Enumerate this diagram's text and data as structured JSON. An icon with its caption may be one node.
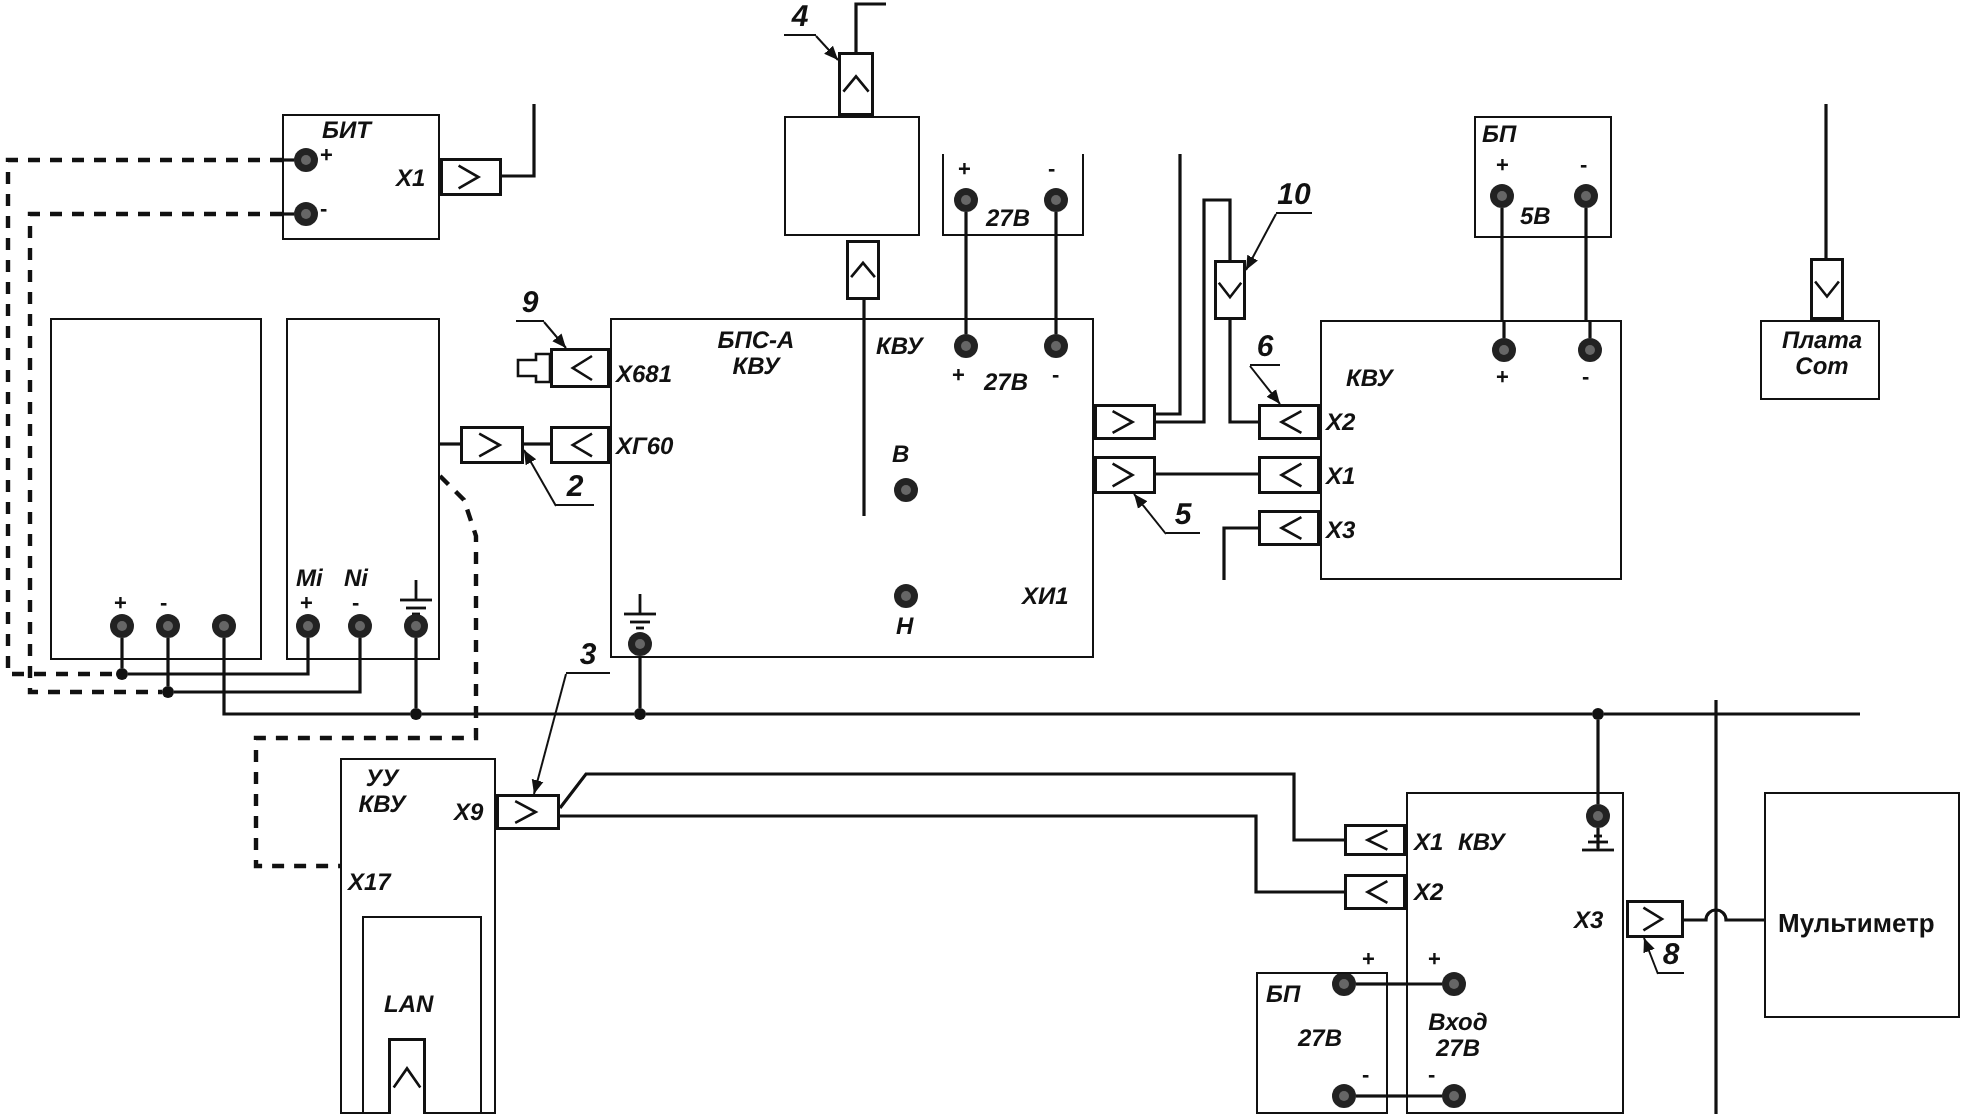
{
  "diagram": {
    "nodes": [
      {
        "text": [
          "БИТ",
          "Х1"
        ]
      },
      {
        "text": [],
        "shape": "box"
      },
      {
        "text": [
          "Mi",
          "Ni"
        ]
      },
      {
        "text": [
          "БПС-А КВУ",
          "Х681",
          "ХГ60",
          "КВУ",
          "27В",
          "В",
          "Н",
          "ХИ1"
        ]
      },
      {
        "text": [],
        "shape": "box"
      },
      {
        "text": [
          "27В"
        ]
      },
      {
        "text": [
          "БП",
          "5В"
        ]
      },
      {
        "text": [
          "КВУ",
          "Х2",
          "Х1",
          "Х3"
        ]
      },
      {
        "text": [
          "Плата Com"
        ]
      },
      {
        "text": [
          "УУ КВУ",
          "Х9",
          "Х17"
        ]
      },
      {
        "text": [
          "LAN"
        ],
        "in": 9
      },
      {
        "text": [
          "Х1",
          "КВУ",
          "Х2",
          "Х3",
          "Вход 27В"
        ]
      },
      {
        "text": [
          "БП",
          "27В"
        ]
      },
      {
        "text": [
          "Мультиметр"
        ]
      },
      {
        "text": [],
        "shape": "box"
      },
      {
        "text": [],
        "shape": "box"
      },
      {
        "text": [],
        "shape": "box"
      },
      {
        "text": [],
        "shape": "box"
      },
      {
        "text": [],
        "shape": "box"
      },
      {
        "text": [],
        "shape": "box"
      },
      {
        "text": [],
        "shape": "box"
      },
      {
        "text": [],
        "shape": "box"
      },
      {
        "text": [],
        "shape": "box"
      },
      {
        "text": [],
        "shape": "box"
      },
      {
        "text": [],
        "shape": "box"
      },
      {
        "text": [],
        "shape": "box"
      },
      {
        "text": [],
        "shape": "box"
      },
      {
        "text": [],
        "shape": "box"
      },
      {
        "text": [],
        "shape": "box",
        "in": 10
      },
      {
        "text": [],
        "shape": "box"
      },
      {
        "text": [],
        "shape": "box"
      },
      {
        "text": [],
        "shape": "box"
      },
      {
        "text": [
          "4"
        ]
      },
      {
        "text": [
          "9"
        ]
      },
      {
        "text": [
          "2"
        ]
      },
      {
        "text": [
          "10"
        ]
      },
      {
        "text": [
          "6"
        ]
      },
      {
        "text": [
          "5"
        ]
      },
      {
        "text": [
          "3"
        ]
      },
      {
        "text": [
          "8"
        ]
      },
      {
        "text": [],
        "shape": "dot"
      },
      {
        "text": [],
        "shape": "dot"
      },
      {
        "text": [],
        "shape": "dot"
      },
      {
        "text": [],
        "shape": "dot"
      },
      {
        "text": [],
        "shape": "dot"
      }
    ],
    "edges": [
      {
        "from": 0,
        "to": 40,
        "arrow": "none",
        "style": "dashed"
      },
      {
        "from": 0,
        "to": 41,
        "arrow": "none",
        "style": "dashed"
      },
      {
        "from": 1,
        "to": 40,
        "arrow": "none"
      },
      {
        "from": 40,
        "to": 2,
        "arrow": "none"
      },
      {
        "from": 1,
        "to": 41,
        "arrow": "none"
      },
      {
        "from": 41,
        "to": 2,
        "arrow": "none"
      },
      {
        "from": 1,
        "to": 42,
        "arrow": "none"
      },
      {
        "from": 2,
        "to": 42,
        "arrow": "none"
      },
      {
        "from": 42,
        "to": 43,
        "arrow": "none"
      },
      {
        "from": 3,
        "to": 43,
        "arrow": "none"
      },
      {
        "from": 43,
        "to": 44,
        "arrow": "none"
      },
      {
        "from": 44,
        "to": 11,
        "arrow": "none"
      },
      {
        "from": 2,
        "to": 9,
        "arrow": "none",
        "style": "dashed"
      },
      {
        "from": 2,
        "to": 19,
        "arrow": "none"
      },
      {
        "from": 19,
        "to": 18,
        "arrow": "none"
      },
      {
        "from": 14,
        "to": null,
        "arrow": "none"
      },
      {
        "from": 15,
        "to": null,
        "arrow": "none"
      },
      {
        "from": 16,
        "to": 3,
        "arrow": "none"
      },
      {
        "from": 5,
        "to": 3,
        "arrow": "none"
      },
      {
        "from": 5,
        "to": 3,
        "arrow": "none"
      },
      {
        "from": 6,
        "to": 7,
        "arrow": "none"
      },
      {
        "from": 6,
        "to": 7,
        "arrow": "none"
      },
      {
        "from": 21,
        "to": null,
        "arrow": "none"
      },
      {
        "from": 21,
        "to": 20,
        "arrow": "none"
      },
      {
        "from": 20,
        "to": 23,
        "arrow": "none"
      },
      {
        "from": 22,
        "to": 24,
        "arrow": "none"
      },
      {
        "from": 25,
        "to": null,
        "arrow": "none"
      },
      {
        "from": 26,
        "to": null,
        "arrow": "none"
      },
      {
        "from": 27,
        "to": 29,
        "arrow": "none"
      },
      {
        "from": 27,
        "to": 30,
        "arrow": "none"
      },
      {
        "from": 31,
        "to": 13,
        "arrow": "none"
      },
      {
        "from": 12,
        "to": 11,
        "arrow": "none"
      },
      {
        "from": 12,
        "to": 11,
        "arrow": "none"
      },
      {
        "from": 32,
        "to": 15,
        "arrow": "to"
      },
      {
        "from": 33,
        "to": 17,
        "arrow": "to"
      },
      {
        "from": 34,
        "to": 19,
        "arrow": "to"
      },
      {
        "from": 35,
        "to": 20,
        "arrow": "to"
      },
      {
        "from": 36,
        "to": 23,
        "arrow": "to"
      },
      {
        "from": 37,
        "to": 22,
        "arrow": "to"
      },
      {
        "from": 38,
        "to": 27,
        "arrow": "to"
      },
      {
        "from": 39,
        "to": 31,
        "arrow": "to"
      }
    ],
    "labels": [
      "+",
      "-",
      "+",
      "-",
      "+",
      "-",
      "+",
      "-",
      "+",
      "-",
      "+",
      "-",
      "+",
      "-",
      "+",
      "-",
      "+",
      "-"
    ]
  }
}
